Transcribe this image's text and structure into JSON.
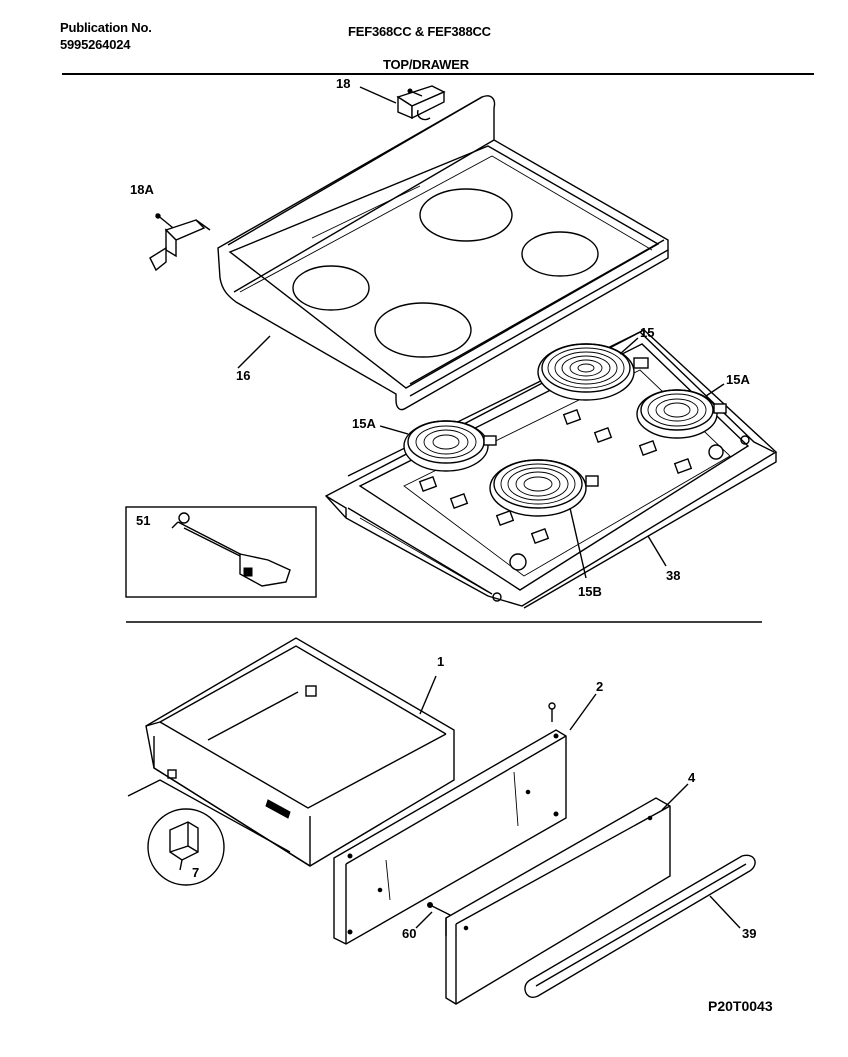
{
  "header": {
    "publication_label": "Publication No.",
    "publication_number": "5995264024",
    "models": "FEF368CC & FEF388CC",
    "section": "TOP/DRAWER"
  },
  "labels": {
    "p18": "18",
    "p18a": "18A",
    "p16": "16",
    "p15": "15",
    "p15a_right": "15A",
    "p15a_left": "15A",
    "p15b": "15B",
    "p38": "38",
    "p51": "51",
    "p1": "1",
    "p2": "2",
    "p4": "4",
    "p7": "7",
    "p60": "60",
    "p39": "39"
  },
  "footer": {
    "drawing_code": "P20T0043"
  }
}
